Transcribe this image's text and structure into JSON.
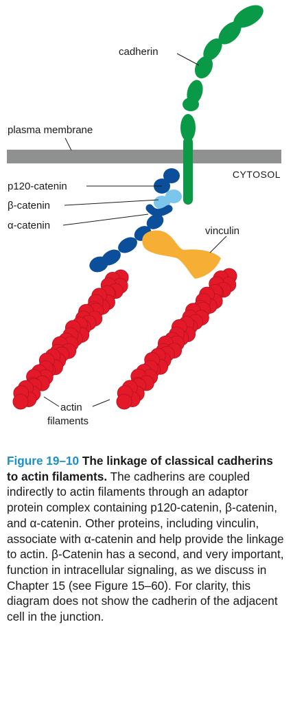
{
  "labels": {
    "cadherin": "cadherin",
    "plasma_membrane": "plasma membrane",
    "cytosol": "CYTOSOL",
    "p120_catenin": "p120-catenin",
    "beta_catenin": "β-catenin",
    "alpha_catenin": "α-catenin",
    "vinculin": "vinculin",
    "actin_line1": "actin",
    "actin_line2": "filaments"
  },
  "colors": {
    "cadherin": "#0a9a47",
    "membrane": "#8f9191",
    "p120_catenin": "#0b4f9a",
    "beta_catenin": "#7cc6ec",
    "alpha_catenin": "#0b4f9a",
    "vinculin": "#f7ae34",
    "actin": "#e3192a",
    "caption_accent": "#1a8fc9"
  },
  "caption": {
    "figure_number": "Figure 19–10",
    "title": "The linkage of classical cadherins to actin filaments.",
    "body": "The cadherins are coupled indirectly to actin filaments through an adaptor protein complex containing p120-catenin, β-catenin, and α-catenin. Other proteins, including vinculin, associate with α-catenin and help provide the linkage to actin. β-Catenin has a second, and very important, function in intracellular signaling, as we discuss in Chapter 15 (see Figure 15–60). For clarity, this diagram does not show the cadherin of the adjacent cell in the junction."
  }
}
